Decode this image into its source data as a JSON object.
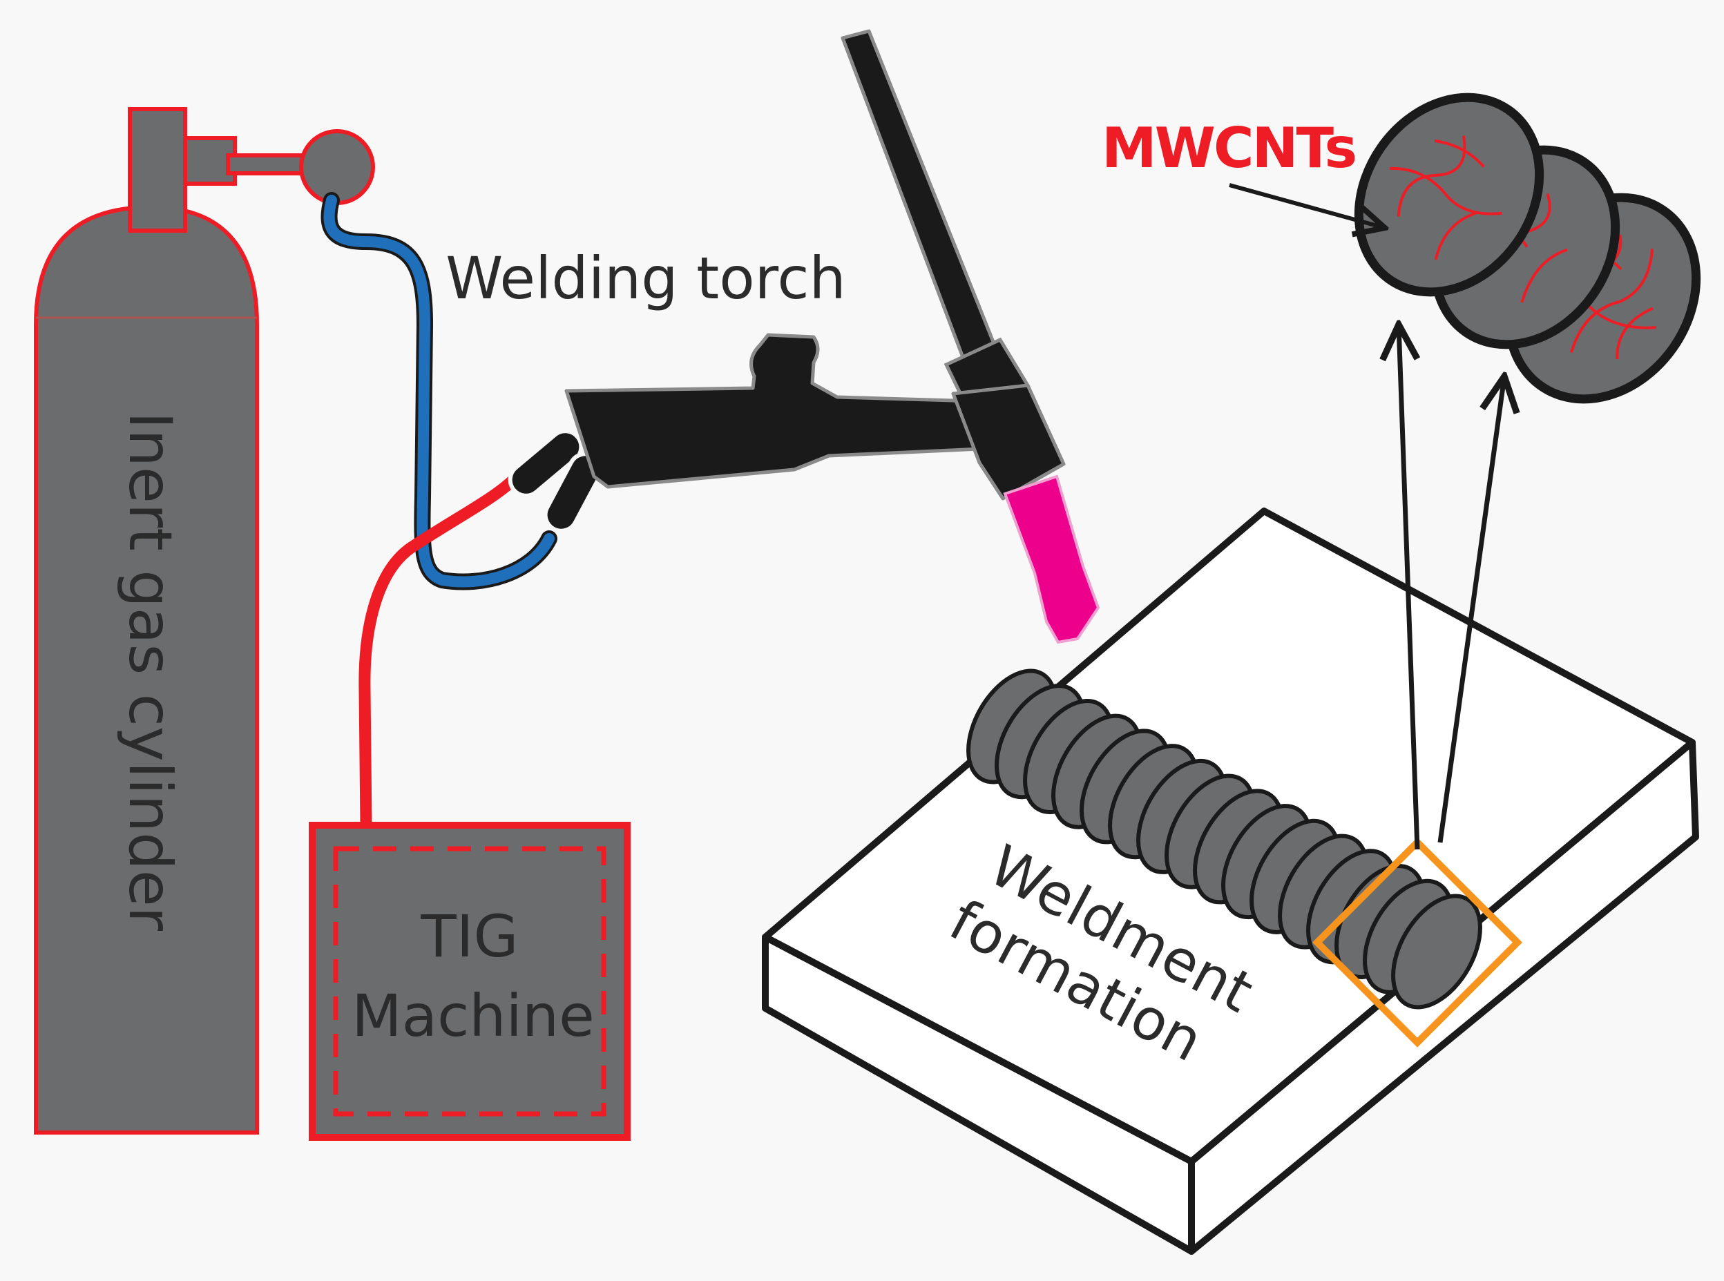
{
  "labels": {
    "cylinder": "Inert gas cylinder",
    "tig_line1": "TIG",
    "tig_line2": "Machine",
    "torch": "Welding torch",
    "weld_line1": "Weldment",
    "weld_line2": "formation",
    "mwcnts": "MWCNTs"
  },
  "colors": {
    "background": "#f8f8f8",
    "equipment_gray": "#6b6c6e",
    "outline_red": "#ee1c25",
    "gas_hose_blue": "#1f6fba",
    "power_cable_red": "#ee1c25",
    "torch_black": "#1a1a1a",
    "torch_outline": "#8a8a8a",
    "electrode_pink": "#ec008c",
    "highlight_orange": "#f7941d",
    "cnt_red": "#ee1c25"
  }
}
